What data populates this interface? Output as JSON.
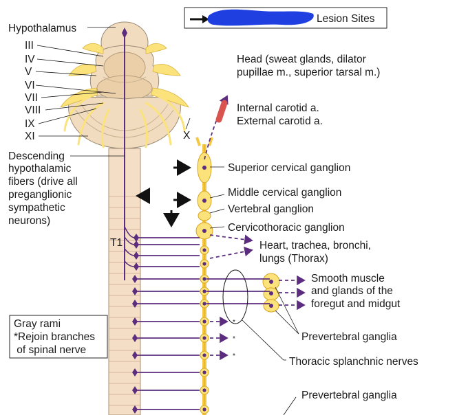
{
  "legend": {
    "lesion_sites": "Lesion Sites"
  },
  "brainstem": {
    "hypothalamus": "Hypothalamus",
    "nerves": [
      "III",
      "IV",
      "V",
      "VI",
      "VII",
      "VIII",
      "IX",
      "XI"
    ],
    "nerve_x": "X",
    "descending_fibers": [
      "Descending",
      "hypothalamic",
      "fibers (drive all",
      "preganglionic",
      "sympathetic",
      "neurons)"
    ],
    "t1": "T1"
  },
  "targets": {
    "head": [
      "Head (sweat glands, dilator",
      "pupillae m., superior tarsal m.)"
    ],
    "carotid": [
      "Internal carotid a.",
      "External carotid a."
    ],
    "superior_cervical": "Superior cervical ganglion",
    "middle_cervical": "Middle cervical ganglion",
    "vertebral": "Vertebral ganglion",
    "cervicothoracic": "Cervicothoracic ganglion",
    "thorax": [
      "Heart, trachea, bronchi,",
      "lungs (Thorax)"
    ],
    "smooth_muscle": [
      "Smooth muscle",
      "and glands of the",
      "foregut and midgut"
    ],
    "prevertebral_1": "Prevertebral ganglia",
    "splanchnic": "Thoracic splanchnic nerves",
    "prevertebral_2": "Prevertebral ganglia",
    "asterisk": "*"
  },
  "gray_rami_box": [
    "Gray rami",
    "*Rejoin branches",
    " of spinal nerve"
  ],
  "colors": {
    "nerve_purple": "#5c2d7e",
    "ganglion_yellow": "#fbe27a",
    "brain_tan": "#f1dcc0",
    "cord_tan": "#f4dfc6",
    "artery_red": "#d9534f",
    "redaction_blue": "#1f3fe0"
  }
}
